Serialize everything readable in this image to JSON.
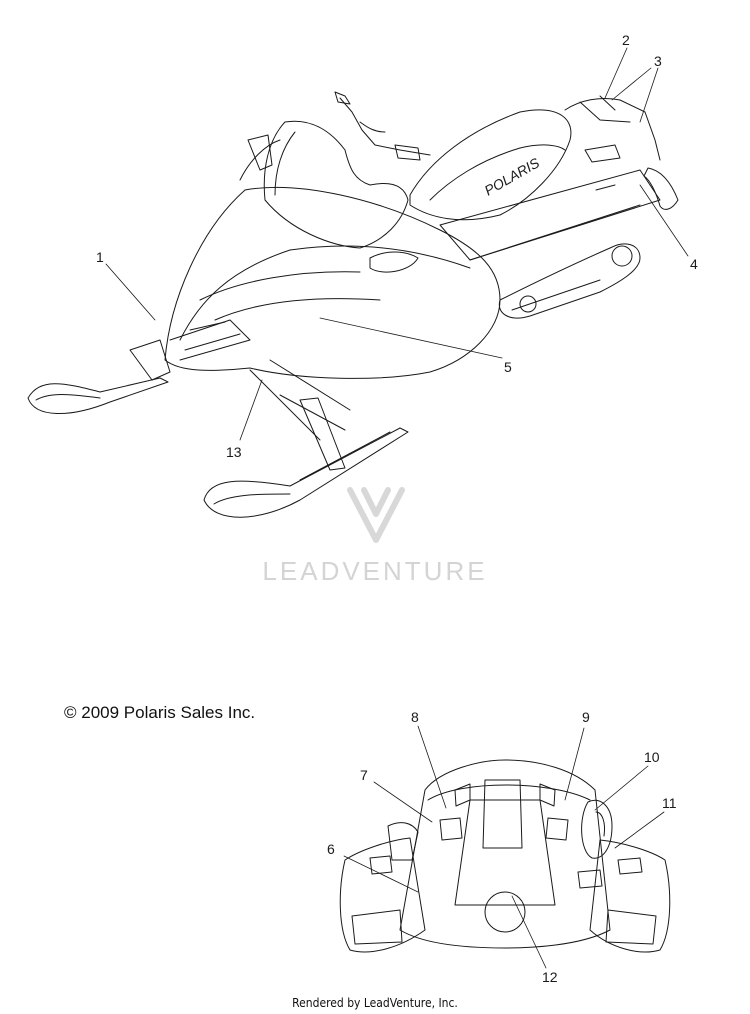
{
  "copyright": "© 2009 Polaris Sales Inc.",
  "footer": "Rendered by LeadVenture, Inc.",
  "watermark": "LEADVENTURE",
  "hood_decal_text": "POLARIS",
  "callouts": [
    "1",
    "2",
    "3",
    "4",
    "5",
    "6",
    "7",
    "8",
    "9",
    "10",
    "11",
    "12",
    "13"
  ]
}
